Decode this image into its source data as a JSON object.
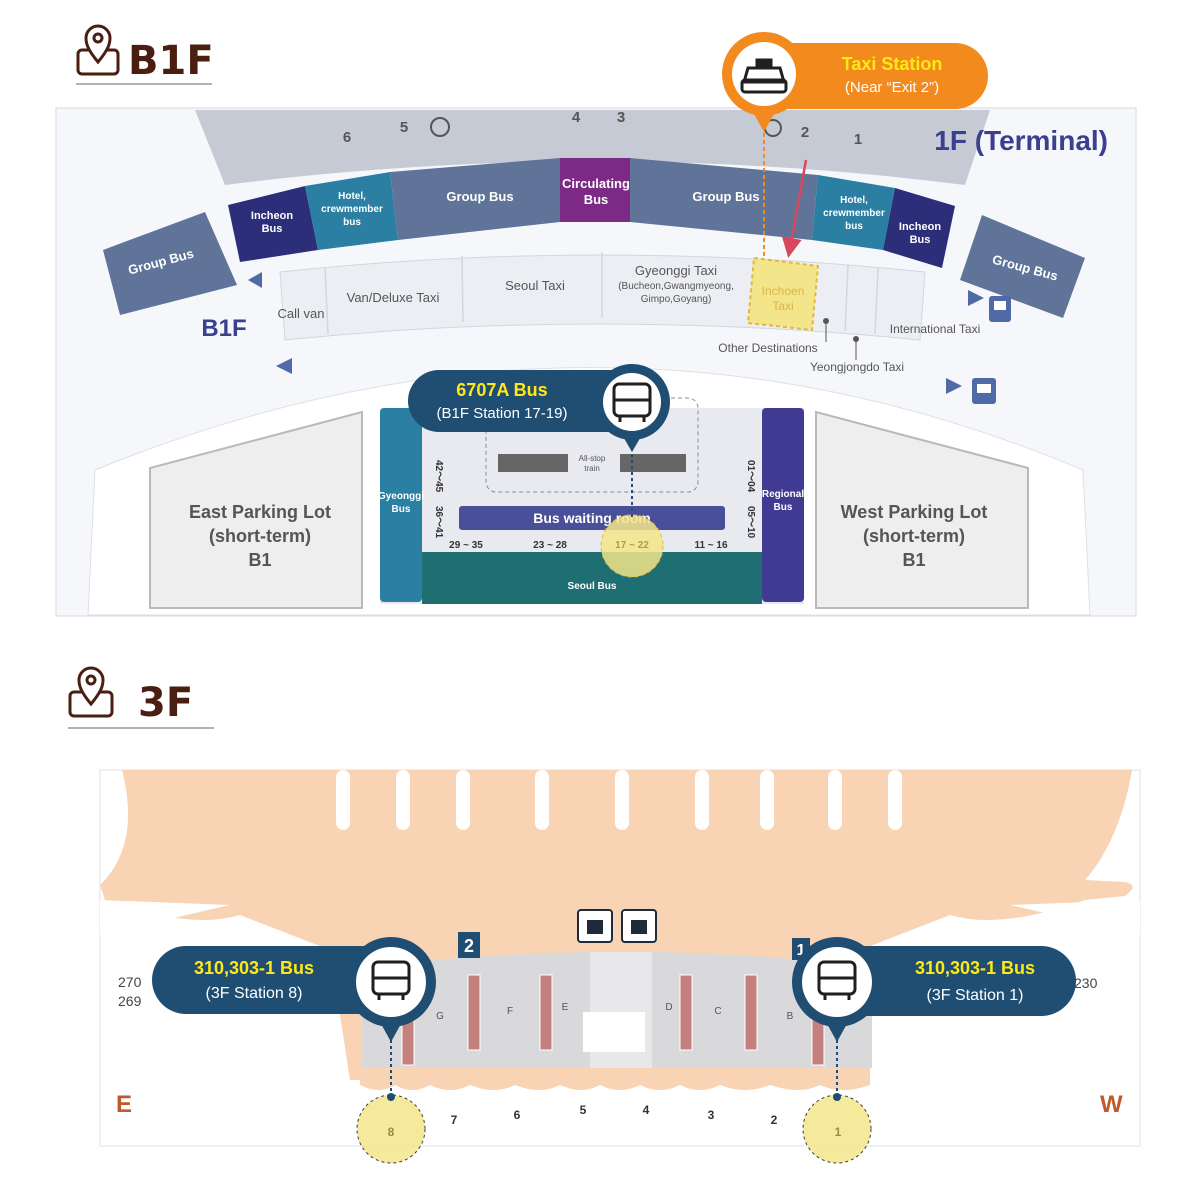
{
  "floors": {
    "b1f": {
      "heading": "B1F",
      "terminal_label": "1F (Terminal)",
      "floor_label": "B1F",
      "exits": [
        "6",
        "5",
        "4",
        "3",
        "2",
        "1"
      ],
      "zones": {
        "group_bus_far_left": "Group Bus",
        "incheon_bus_left": [
          "Incheon",
          "Bus"
        ],
        "hotel_bus_left": [
          "Hotel,",
          "crewmember",
          "bus"
        ],
        "group_bus_left": "Group Bus",
        "circulating_bus": [
          "Circulating",
          "Bus"
        ],
        "group_bus_right": "Group Bus",
        "hotel_bus_right": [
          "Hotel,",
          "crewmember",
          "bus"
        ],
        "incheon_bus_right": [
          "Incheon",
          "Bus"
        ],
        "group_bus_far_right": "Group Bus",
        "call_van": "Call van",
        "van_deluxe_taxi": "Van/Deluxe Taxi",
        "seoul_taxi": "Seoul Taxi",
        "gyeonggi_taxi": [
          "Gyeonggi Taxi",
          "(Bucheon,Gwangmyeong,",
          "Gimpo,Goyang)"
        ],
        "incheon_taxi": [
          "Inchoen",
          "Taxi"
        ],
        "international_taxi": "International Taxi",
        "other_destinations": "Other Destinations",
        "yeongjongdo_taxi": "Yeongjongdo Taxi",
        "east_parking": [
          "East Parking Lot",
          "(short-term)",
          "B1"
        ],
        "west_parking": [
          "West Parking Lot",
          "(short-term)",
          "B1"
        ],
        "gyeonggi_bus": [
          "Gyeonggi",
          "Bus"
        ],
        "regional_bus": [
          "Regional",
          "Bus"
        ],
        "all_stop_train": [
          "All-stop",
          "train"
        ],
        "bus_waiting_room": "Bus waiting room",
        "seoul_bus": "Seoul Bus",
        "left_platform_ranges": [
          "42～45",
          "36～41"
        ],
        "right_platform_ranges": [
          "01～04",
          "05～10"
        ],
        "stop_ranges": [
          "29 ~ 35",
          "23 ~ 28",
          "17 ~ 22",
          "11 ~ 16"
        ]
      },
      "callouts": {
        "taxi": {
          "title": "Taxi Station",
          "subtitle": "(Near “Exit 2”)",
          "icon": "taxi-icon"
        },
        "bus": {
          "title": "6707A Bus",
          "subtitle": "(B1F Station 17-19)",
          "icon": "bus-icon"
        }
      }
    },
    "f3": {
      "heading": "3F",
      "east_label": "E",
      "west_label": "W",
      "gates_left": [
        "270",
        "269"
      ],
      "gate_right": "230",
      "exit_signs": [
        "2",
        "1"
      ],
      "counters": [
        "G",
        "F",
        "E",
        "D",
        "C",
        "B"
      ],
      "stations": [
        "8",
        "7",
        "6",
        "5",
        "4",
        "3",
        "2",
        "1"
      ],
      "callouts": {
        "left": {
          "title": "310,303-1 Bus",
          "subtitle": "(3F Station 8)",
          "icon": "bus-icon"
        },
        "right": {
          "title": "310,303-1 Bus",
          "subtitle": "(3F Station 1)",
          "icon": "bus-icon"
        }
      }
    }
  },
  "colors": {
    "heading": "#4a1f12",
    "callout_blue": "#1f4e72",
    "callout_orange": "#f28a1e",
    "callout_title": "#ffe81a",
    "navy_zone": "#2d2e7a",
    "teal_zone": "#2a7fa3",
    "slate_zone": "#5f7498",
    "purple_zone": "#7c2a86",
    "seoul_bus_green": "#1e6e72",
    "terminal_orange": "#f8d3b4",
    "highlight_yellow": "#f3e58a"
  }
}
